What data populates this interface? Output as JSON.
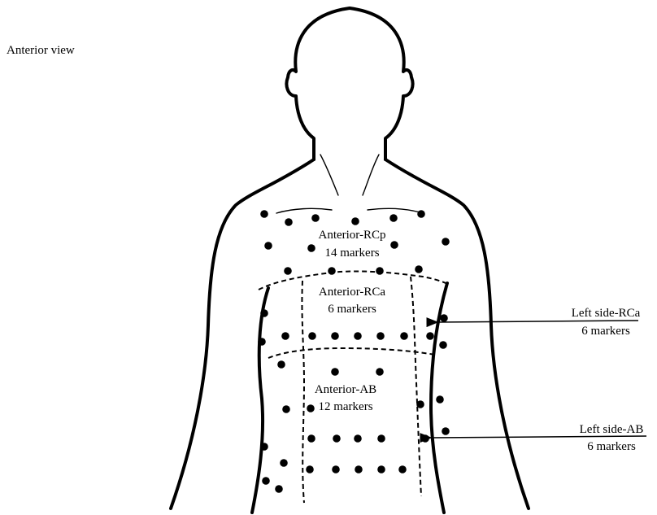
{
  "view_label": "Anterior view",
  "regions": [
    {
      "id": "anterior-rcp",
      "name": "Anterior-RCp",
      "count": "14 markers"
    },
    {
      "id": "anterior-rca",
      "name": "Anterior-RCa",
      "count": "6 markers"
    },
    {
      "id": "anterior-ab",
      "name": "Anterior-AB",
      "count": "12 markers"
    },
    {
      "id": "left-side-rca",
      "name": "Left side-RCa",
      "count": "6 markers"
    },
    {
      "id": "left-side-ab",
      "name": "Left side-AB",
      "count": "6 markers"
    }
  ],
  "colors": {
    "ink": "#000000",
    "background": "#ffffff"
  }
}
